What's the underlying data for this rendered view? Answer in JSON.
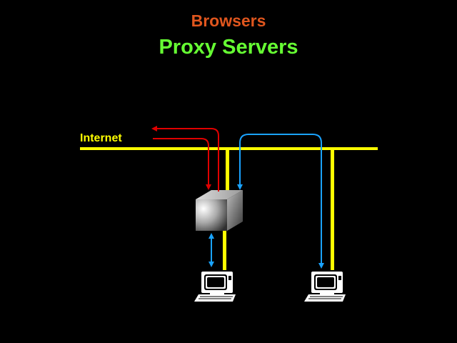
{
  "header": {
    "subtitle": "Browsers",
    "title": "Proxy Servers"
  },
  "diagram": {
    "network_label": "Internet",
    "nodes": [
      "internet-backbone",
      "proxy-server",
      "workstation-left",
      "workstation-right"
    ]
  },
  "colors": {
    "background": "#000000",
    "subtitle": "#e0561e",
    "title": "#66ff33",
    "network_line": "#ffff00",
    "red_arrow": "#e00000",
    "blue_arrow": "#1aa3ff"
  }
}
